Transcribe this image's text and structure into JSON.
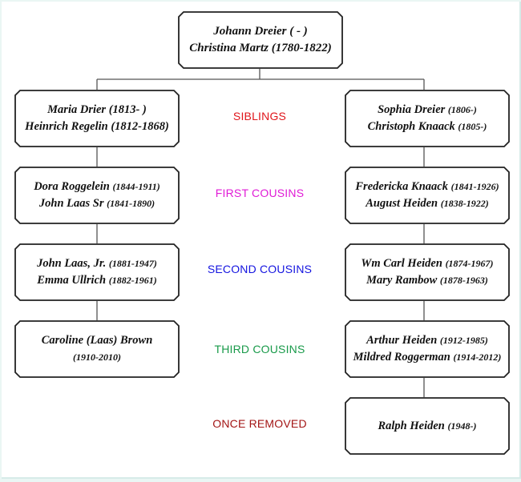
{
  "top": {
    "line1": "Johann Dreier ( - )",
    "line2": "Christina Martz (1780-1822)"
  },
  "left": [
    {
      "line1_name": "Maria Drier",
      "line1_yrs": "(1813- )",
      "line2_name": "Heinrich Regelin",
      "line2_yrs": "(1812-1868)"
    },
    {
      "line1_name": "Dora Roggelein",
      "line1_yrs": "(1844-1911)",
      "line2_name": "John Laas Sr",
      "line2_yrs": "(1841-1890)"
    },
    {
      "line1_name": "John Laas, Jr.",
      "line1_yrs": "(1881-1947)",
      "line2_name": "Emma Ullrich",
      "line2_yrs": "(1882-1961)"
    },
    {
      "line1_name": "Caroline (Laas) Brown",
      "line1_yrs": "",
      "line2_name": "",
      "line2_yrs": "(1910-2010)"
    }
  ],
  "right": [
    {
      "line1_name": "Sophia Dreier",
      "line1_yrs": "(1806-)",
      "line2_name": "Christoph Knaack",
      "line2_yrs": "(1805-)"
    },
    {
      "line1_name": "Fredericka Knaack",
      "line1_yrs": "(1841-1926)",
      "line2_name": "August Heiden",
      "line2_yrs": "(1838-1922)"
    },
    {
      "line1_name": "Wm Carl Heiden",
      "line1_yrs": "(1874-1967)",
      "line2_name": "Mary Rambow",
      "line2_yrs": "(1878-1963)"
    },
    {
      "line1_name": "Arthur Heiden",
      "line1_yrs": "(1912-1985)",
      "line2_name": "Mildred Roggerman",
      "line2_yrs": "(1914-2012)"
    },
    {
      "line1_name": "Ralph Heiden",
      "line1_yrs": "(1948-)",
      "line2_name": "",
      "line2_yrs": ""
    }
  ],
  "labels": [
    {
      "text": "SIBLINGS",
      "color": "#e0151b"
    },
    {
      "text": "FIRST COUSINS",
      "color": "#e01bd6"
    },
    {
      "text": "SECOND COUSINS",
      "color": "#1414e0"
    },
    {
      "text": "THIRD COUSINS",
      "color": "#199a4a"
    },
    {
      "text": "ONCE REMOVED",
      "color": "#a31515"
    }
  ]
}
